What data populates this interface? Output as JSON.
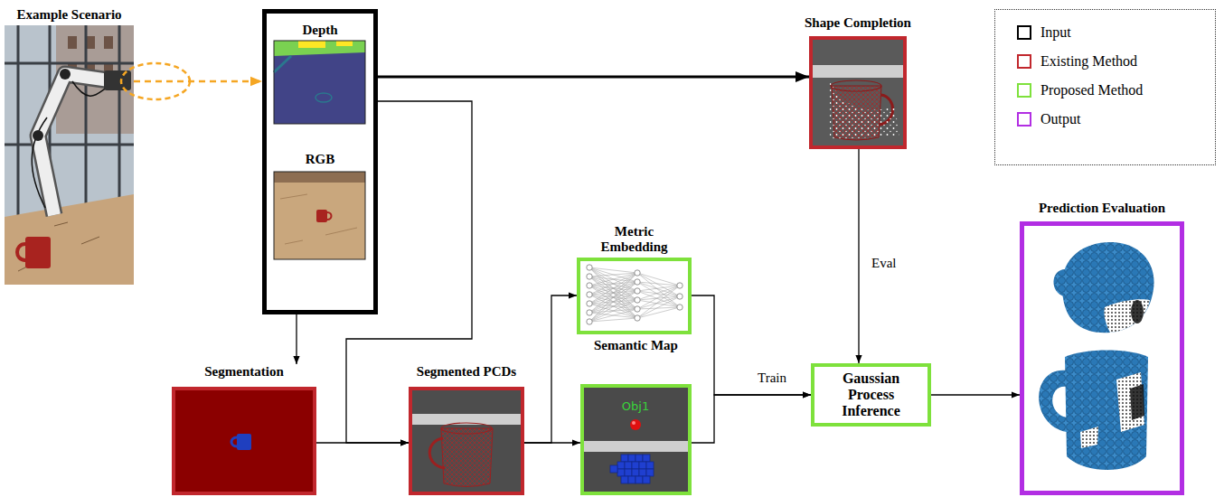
{
  "diagram": {
    "nodes": [
      {
        "text": [
          "Example Scenario"
        ]
      },
      {
        "text": [
          "Depth",
          "RGB"
        ]
      },
      {
        "text": [
          "Shape Completion"
        ]
      },
      {
        "text": [
          "Segmentation"
        ]
      },
      {
        "text": [
          "Segmented PCDs"
        ]
      },
      {
        "text": [
          "Metric Embedding"
        ]
      },
      {
        "text": [
          "Semantic Map"
        ]
      },
      {
        "text": [
          "Gaussian Process Inference"
        ]
      },
      {
        "text": [
          "Prediction Evaluation"
        ]
      }
    ],
    "edges": [
      {
        "from": 0,
        "to": 1,
        "arrow": "to"
      },
      {
        "from": 1,
        "to": 2,
        "arrow": "to"
      },
      {
        "from": 1,
        "to": 3,
        "arrow": "to"
      },
      {
        "from": 1,
        "to": 4,
        "arrow": "to"
      },
      {
        "from": 3,
        "to": 4,
        "arrow": "to"
      },
      {
        "from": 4,
        "to": 5,
        "arrow": "to"
      },
      {
        "from": 4,
        "to": 6,
        "arrow": "to"
      },
      {
        "from": 5,
        "to": 7,
        "label": "Train",
        "arrow": "to"
      },
      {
        "from": 6,
        "to": 7,
        "arrow": "to"
      },
      {
        "from": 2,
        "to": 7,
        "label": "Eval",
        "arrow": "to"
      },
      {
        "from": 7,
        "to": 8,
        "arrow": "to"
      }
    ],
    "labels": [
      "Obj1"
    ],
    "legend": [
      {
        "text": "Input",
        "color": "#000000"
      },
      {
        "text": "Existing Method",
        "color": "#c1272d"
      },
      {
        "text": "Proposed Method",
        "color": "#7ee13c"
      },
      {
        "text": "Output",
        "color": "#b22ee3"
      }
    ]
  }
}
